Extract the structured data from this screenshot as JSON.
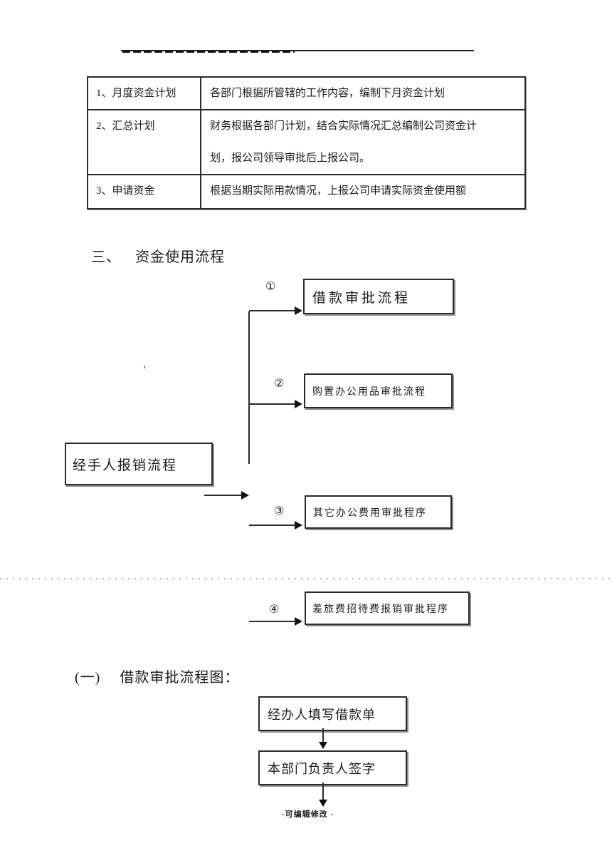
{
  "colors": {
    "ink": "#1b1b1b",
    "paper": "#ffffff",
    "box_border": "#2b2b2b",
    "dotted_break": "#b3b3b3"
  },
  "table": {
    "rows": [
      {
        "label": "1、月度资金计划",
        "desc": [
          "各部门根据所管辖的工作内容，编制下月资金计划"
        ]
      },
      {
        "label": "2、汇总计划",
        "desc": [
          "财务根据各部门计划，结合实际情况汇总编制公司资金计",
          "划，报公司领导审批后上报公司。"
        ]
      },
      {
        "label": "3、申请资金",
        "desc": [
          "根据当期实际用款情况，上报公司申请实际资金使用额"
        ]
      }
    ]
  },
  "section": {
    "num": "三、",
    "title": "资金使用流程"
  },
  "flow1": {
    "source": "经手人报销流程",
    "stray_mark": "'",
    "branches": [
      {
        "num": "①",
        "label": "借款审批流程"
      },
      {
        "num": "②",
        "label": "购置办公用品审批流程"
      },
      {
        "num": "③",
        "label": "其它办公费用审批程序"
      },
      {
        "num": "④",
        "label": "差旅费招待费报销审批程序"
      }
    ]
  },
  "subsection": {
    "num": "(一)",
    "title": "借款审批流程图："
  },
  "flow2": {
    "steps": [
      "经办人填写借款单",
      "本部门负责人签字"
    ]
  },
  "footer": {
    "text": "-可编辑修改 -"
  }
}
